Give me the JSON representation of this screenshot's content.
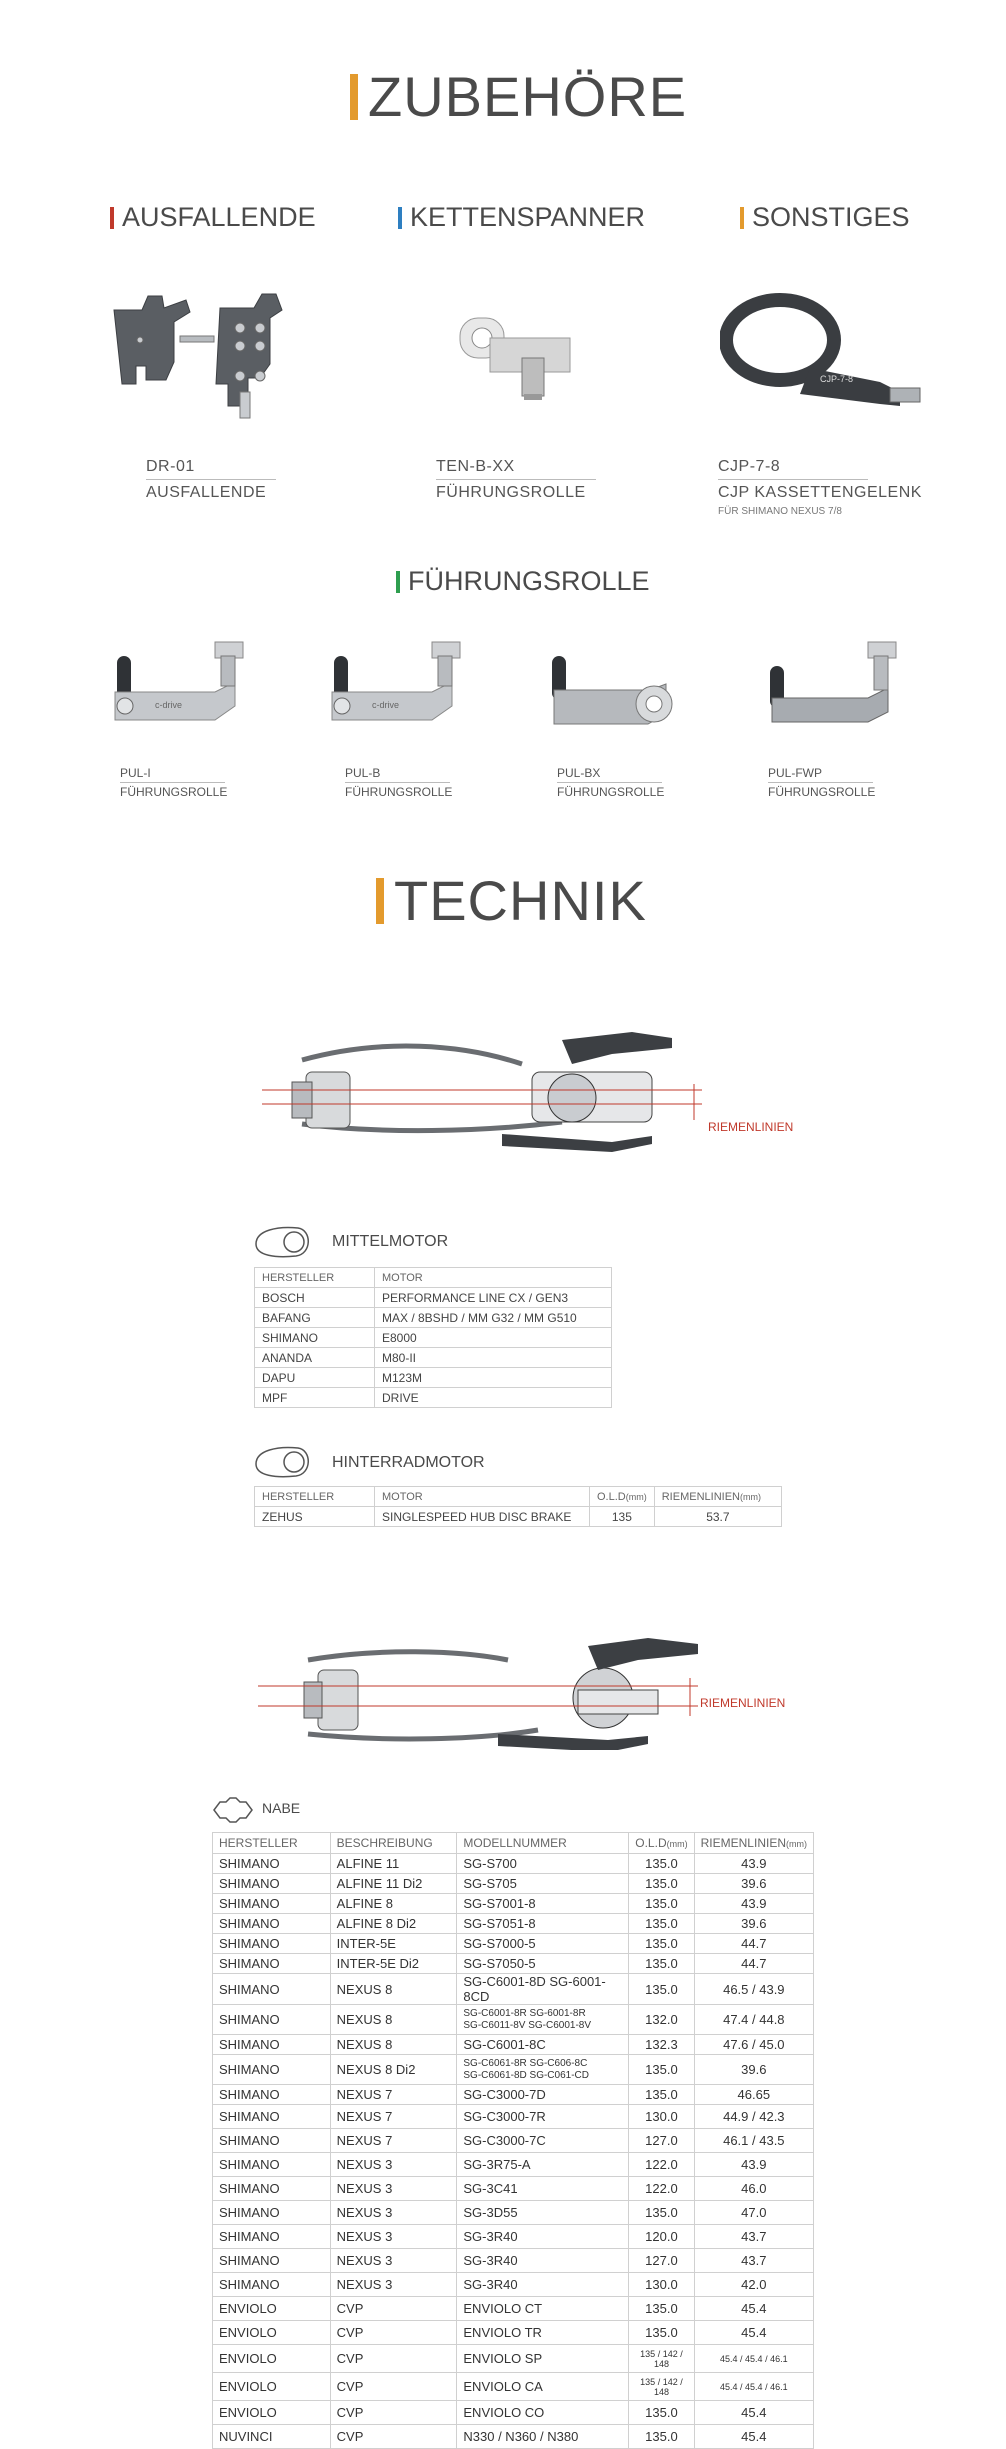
{
  "zubehoere": {
    "title": "ZUBEHÖRE",
    "categories": {
      "ausfallende": "AUSFALLENDE",
      "kettenspanner": "KETTENSPANNER",
      "sonstiges": "SONSTIGES"
    },
    "products": [
      {
        "code": "DR-01",
        "name": "AUSFALLENDE",
        "note": ""
      },
      {
        "code": "TEN-B-XX",
        "name": "FÜHRUNGSROLLE",
        "note": ""
      },
      {
        "code": "CJP-7-8",
        "name": "CJP KASSETTENGELENK",
        "note": "FÜR SHIMANO NEXUS 7/8"
      }
    ],
    "fuehrungsrolle_title": "FÜHRUNGSROLLE",
    "rollen": [
      {
        "code": "PUL-I",
        "name": "FÜHRUNGSROLLE"
      },
      {
        "code": "PUL-B",
        "name": "FÜHRUNGSROLLE"
      },
      {
        "code": "PUL-BX",
        "name": "FÜHRUNGSROLLE"
      },
      {
        "code": "PUL-FWP",
        "name": "FÜHRUNGSROLLE"
      }
    ],
    "brand_marks": {
      "cdrive": "c-drive",
      "cjp": "CJP-7-8"
    }
  },
  "technik": {
    "title": "TECHNIK",
    "riemenlinien_label": "RIEMENLINIEN",
    "mittelmotor": {
      "label": "MITTELMOTOR",
      "headers": [
        "HERSTELLER",
        "MOTOR"
      ],
      "rows": [
        [
          "BOSCH",
          "PERFORMANCE LINE CX / GEN3"
        ],
        [
          "BAFANG",
          "MAX / 8BSHD / MM G32 / MM G510"
        ],
        [
          "SHIMANO",
          "E8000"
        ],
        [
          "ANANDA",
          "M80-II"
        ],
        [
          "DAPU",
          "M123M"
        ],
        [
          "MPF",
          "DRIVE"
        ]
      ]
    },
    "hinterradmotor": {
      "label": "HINTERRADMOTOR",
      "headers": [
        "HERSTELLER",
        "MOTOR",
        "O.L.D",
        "(mm)",
        "RIEMENLINIEN",
        "(mm)"
      ],
      "rows": [
        [
          "ZEHUS",
          "SINGLESPEED HUB DISC BRAKE",
          "135",
          "53.7"
        ]
      ]
    },
    "nabe": {
      "label": "NABE",
      "headers": [
        "HERSTELLER",
        "BESCHREIBUNG",
        "MODELLNUMMER",
        "O.L.D",
        "(mm)",
        "RIEMENLINIEN",
        "(mm)"
      ],
      "rows": [
        [
          "SHIMANO",
          "ALFINE 11",
          "SG-S700",
          "135.0",
          "43.9"
        ],
        [
          "SHIMANO",
          "ALFINE 11 Di2",
          "SG-S705",
          "135.0",
          "39.6"
        ],
        [
          "SHIMANO",
          "ALFINE 8",
          "SG-S7001-8",
          "135.0",
          "43.9"
        ],
        [
          "SHIMANO",
          "ALFINE 8  Di2",
          "SG-S7051-8",
          "135.0",
          "39.6"
        ],
        [
          "SHIMANO",
          "INTER-5E",
          "SG-S7000-5",
          "135.0",
          "44.7"
        ],
        [
          "SHIMANO",
          "INTER-5E Di2",
          "SG-S7050-5",
          "135.0",
          "44.7"
        ],
        [
          "SHIMANO",
          "NEXUS 8",
          "SG-C6001-8D SG-6001-8CD",
          "135.0",
          "46.5 / 43.9"
        ],
        [
          "SHIMANO",
          "NEXUS 8",
          "SG-C6001-8R SG-6001-8R\nSG-C6011-8V SG-C6001-8V",
          "132.0",
          "47.4 / 44.8"
        ],
        [
          "SHIMANO",
          "NEXUS 8",
          "SG-C6001-8C",
          "132.3",
          "47.6 / 45.0"
        ],
        [
          "SHIMANO",
          "NEXUS 8 Di2",
          "SG-C6061-8R SG-C606-8C\nSG-C6061-8D SG-C061-CD",
          "135.0",
          "39.6"
        ],
        [
          "SHIMANO",
          "NEXUS 7",
          "SG-C3000-7D",
          "135.0",
          "46.65"
        ],
        [
          "SHIMANO",
          "NEXUS 7",
          "SG-C3000-7R",
          "130.0",
          "44.9 / 42.3"
        ],
        [
          "SHIMANO",
          "NEXUS 7",
          "SG-C3000-7C",
          "127.0",
          "46.1 / 43.5"
        ],
        [
          "SHIMANO",
          "NEXUS 3",
          "SG-3R75-A",
          "122.0",
          "43.9"
        ],
        [
          "SHIMANO",
          "NEXUS 3",
          "SG-3C41",
          "122.0",
          "46.0"
        ],
        [
          "SHIMANO",
          "NEXUS 3",
          "SG-3D55",
          "135.0",
          "47.0"
        ],
        [
          "SHIMANO",
          "NEXUS 3",
          "SG-3R40",
          "120.0",
          "43.7"
        ],
        [
          "SHIMANO",
          "NEXUS 3",
          "SG-3R40",
          "127.0",
          "43.7"
        ],
        [
          "SHIMANO",
          "NEXUS 3",
          "SG-3R40",
          "130.0",
          "42.0"
        ],
        [
          "ENVIOLO",
          "CVP",
          "ENVIOLO CT",
          "135.0",
          "45.4"
        ],
        [
          "ENVIOLO",
          "CVP",
          "ENVIOLO TR",
          "135.0",
          "45.4"
        ],
        [
          "ENVIOLO",
          "CVP",
          "ENVIOLO SP",
          "135 / 142 / 148",
          "45.4 / 45.4 / 46.1"
        ],
        [
          "ENVIOLO",
          "CVP",
          "ENVIOLO CA",
          "135 / 142 / 148",
          "45.4 / 45.4 / 46.1"
        ],
        [
          "ENVIOLO",
          "CVP",
          "ENVIOLO CO",
          "135.0",
          "45.4"
        ],
        [
          "NUVINCI",
          "CVP",
          "N330 / N360 / N380",
          "135.0",
          "45.4"
        ]
      ]
    }
  },
  "colors": {
    "orange": "#e39a2d",
    "red": "#c0392b",
    "blue": "#2e7fc1",
    "green": "#2e9e4f"
  }
}
